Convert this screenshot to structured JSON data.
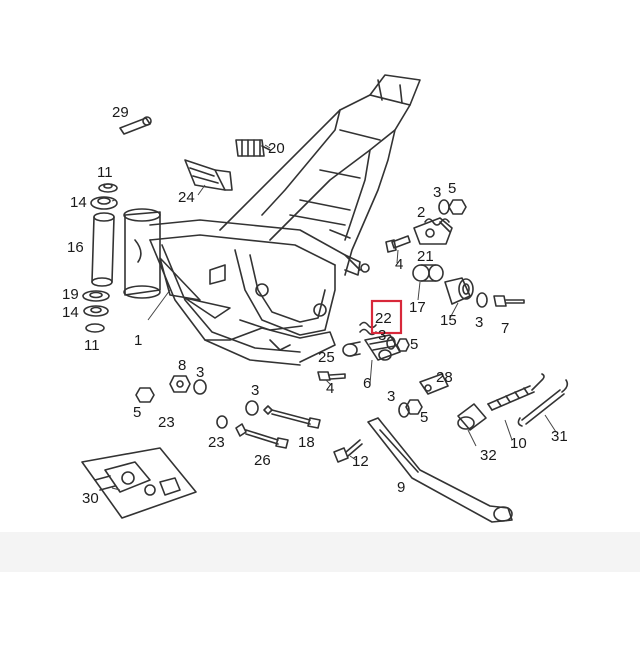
{
  "diagram": {
    "kind": "exploded parts diagram - motorcycle frame",
    "highlight_color": "#d8283a",
    "highlighted_part": "22",
    "callouts": [
      "29",
      "20",
      "11",
      "24",
      "14",
      "16",
      "19",
      "14",
      "11",
      "1",
      "3",
      "5",
      "2",
      "21",
      "4",
      "17",
      "15",
      "3",
      "7",
      "22",
      "3",
      "5",
      "25",
      "4",
      "6",
      "28",
      "8",
      "3",
      "5",
      "23",
      "3",
      "18",
      "23",
      "26",
      "12",
      "3",
      "5",
      "32",
      "10",
      "31",
      "9",
      "30"
    ]
  }
}
